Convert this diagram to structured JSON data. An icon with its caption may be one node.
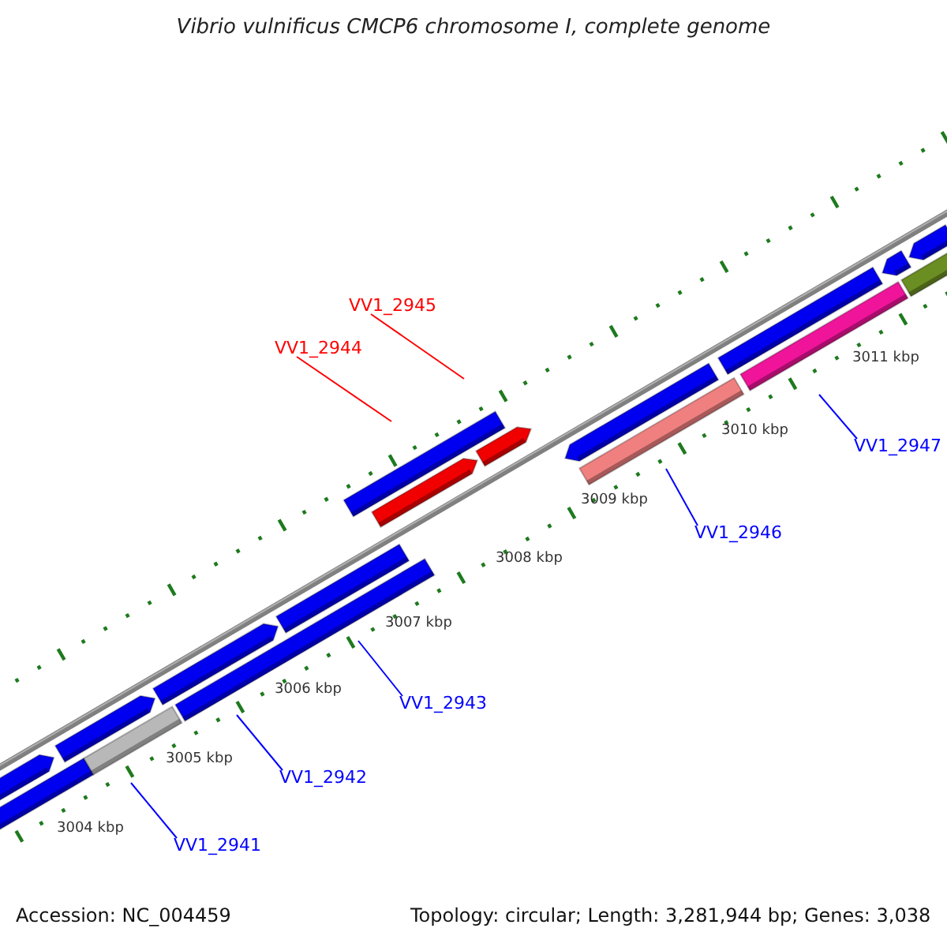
{
  "diagram": {
    "title": "Vibrio vulnificus CMCP6 chromosome I, complete genome",
    "nodes": [
      {
        "text": [
          "VV1_2945"
        ]
      },
      {
        "text": [
          "VV1_2944"
        ]
      },
      {
        "text": [
          "VV1_2947"
        ]
      },
      {
        "text": [
          "VV1_2946"
        ]
      },
      {
        "text": [
          "VV1_2943"
        ]
      },
      {
        "text": [
          "VV1_2942"
        ]
      },
      {
        "text": [
          "VV1_2941"
        ]
      }
    ],
    "edges": [
      {
        "from": 0,
        "to": null,
        "arrow": "none",
        "color": "#ff0000"
      },
      {
        "from": 1,
        "to": null,
        "arrow": "none",
        "color": "#ff0000"
      },
      {
        "from": 2,
        "to": null,
        "arrow": "none"
      },
      {
        "from": 3,
        "to": null,
        "arrow": "none"
      },
      {
        "from": 4,
        "to": null,
        "arrow": "none"
      },
      {
        "from": 5,
        "to": null,
        "arrow": "none"
      },
      {
        "from": 6,
        "to": null,
        "arrow": "none"
      }
    ],
    "labels": [
      "3011 kbp",
      "3010 kbp",
      "3009 kbp",
      "3008 kbp",
      "3007 kbp",
      "3006 kbp",
      "3005 kbp",
      "3004 kbp",
      "Accession: NC_004459",
      "Topology: circular; Length: 3,281,944 bp; Genes: 3,038"
    ]
  }
}
